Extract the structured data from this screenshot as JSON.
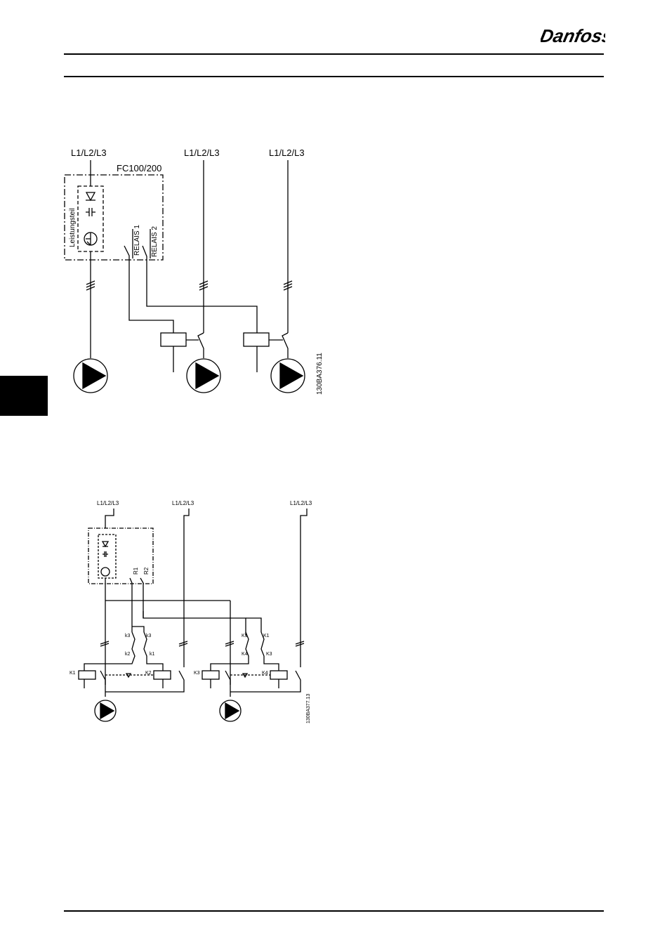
{
  "header": {
    "logo_text": "Danfoss"
  },
  "figure1": {
    "supply_labels": [
      "L1/L2/L3",
      "L1/L2/L3",
      "L1/L2/L3"
    ],
    "drive_label": "FC100/200",
    "power_section_label": "Leistungsteil",
    "relay_labels": [
      "RELAIS 1",
      "RELAIS 2"
    ],
    "figure_code": "130BA376.11"
  },
  "figure2": {
    "supply_labels": [
      "L1/L2/L3",
      "L1/L2/L3",
      "L1/L2/L3"
    ],
    "relay_labels": [
      "R1",
      "R2"
    ],
    "contact_labels_left": [
      "k3",
      "k3",
      "k2",
      "k1"
    ],
    "contact_labels_right": [
      "K1",
      "K1",
      "K4",
      "K3"
    ],
    "contactor_labels": [
      "K1",
      "K2",
      "K3",
      "K4"
    ],
    "figure_code": "130BA377.13"
  }
}
